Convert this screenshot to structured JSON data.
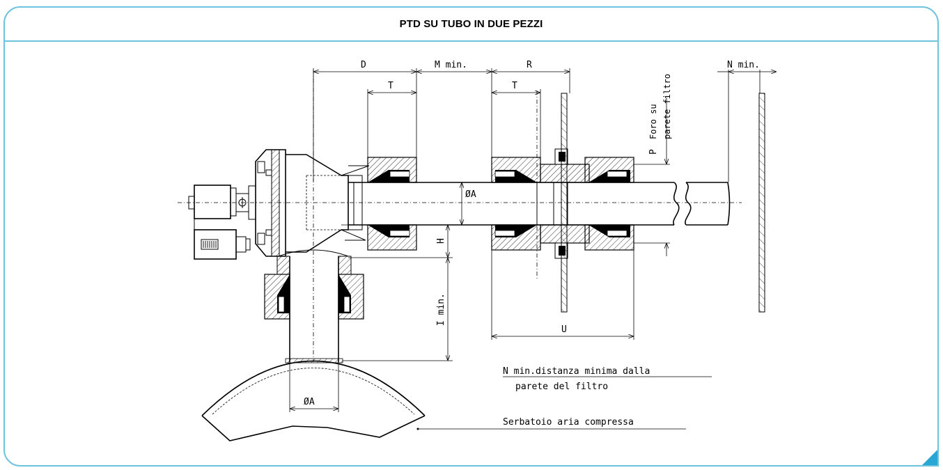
{
  "title": "PTD SU TUBO IN DUE PEZZI",
  "dimensions": {
    "D": "D",
    "M": "M  min.",
    "R": "R",
    "T1": "T",
    "T2": "T",
    "N": "N  min.",
    "P": "P",
    "foro_line1": "Foro su",
    "foro_line2": "parete filtro",
    "dia_pipe": "ØA",
    "dia_vertical": "ØA",
    "H": "H",
    "I": "I  min.",
    "U": "U"
  },
  "notes": {
    "n_min_line1": "N  min.distanza minima dalla",
    "n_min_line2": "parete del filtro",
    "tank": "Serbatoio  aria  compressa"
  },
  "colors": {
    "frame": "#6ec3df",
    "corner": "#2aa6d4",
    "ink": "#000000"
  }
}
